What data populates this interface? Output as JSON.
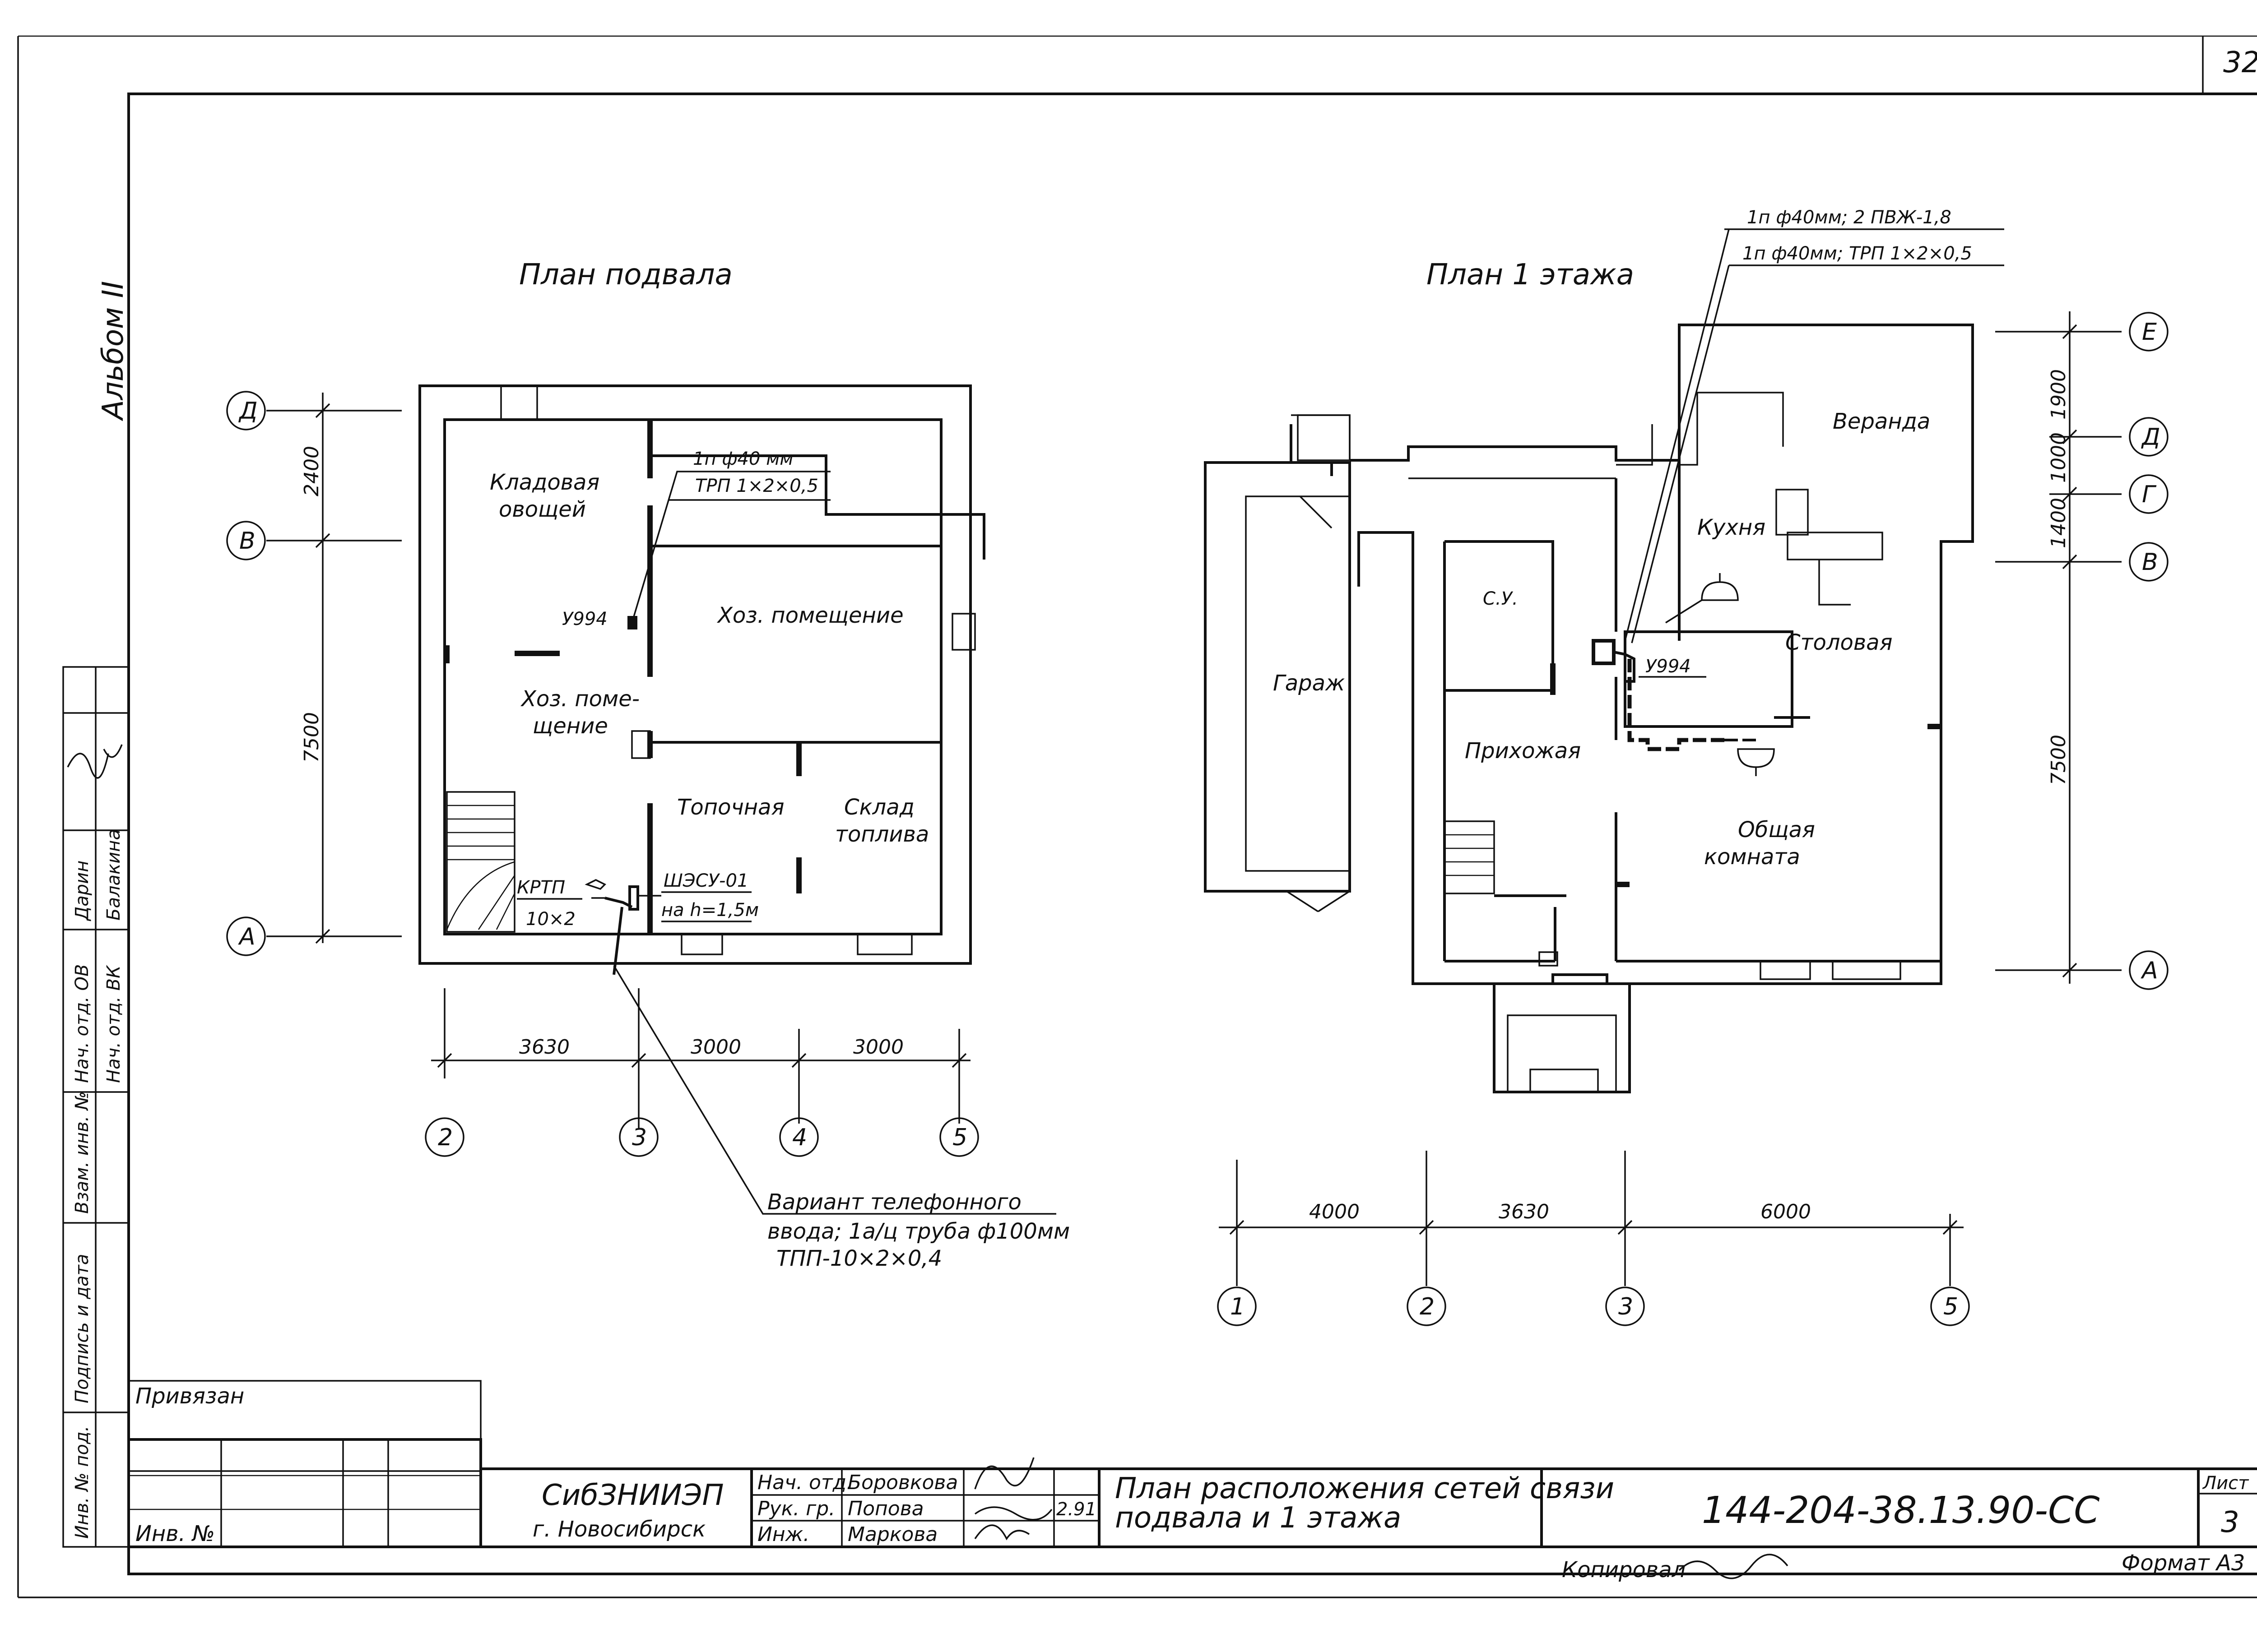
{
  "sheet_number_top": "32",
  "album": "Альбом II",
  "basement": {
    "title": "План подвала",
    "rooms": {
      "storage": "Кладовая овощей",
      "storage_l1": "Кладовая",
      "storage_l2": "овощей",
      "utility_right": "Хоз. помещение",
      "utility_left_l1": "Хоз. поме-",
      "utility_left_l2": "щение",
      "furnace": "Топочная",
      "fuel_l1": "Склад",
      "fuel_l2": "топлива"
    },
    "cable_note_l1": "1п ф40 мм",
    "cable_note_l2": "ТРП 1×2×0,5",
    "box_label": "У994",
    "krtp_l1": "КРТП",
    "krtp_l2": "10×2",
    "shesu_l1": "ШЭСУ-01",
    "shesu_l2": "на h=1,5м",
    "variant_l1": "Вариант телефонного",
    "variant_l2": "ввода; 1а/ц труба ф100мм",
    "variant_l3": "ТПП-10×2×0,4",
    "dims_h": [
      "3630",
      "3000",
      "3000"
    ],
    "dims_v": [
      "2400",
      "7500"
    ],
    "axes_h": [
      "2",
      "3",
      "4",
      "5"
    ],
    "axes_v": [
      "Д",
      "В",
      "А"
    ]
  },
  "floor1": {
    "title": "План 1 этажа",
    "note_l1": "1п ф40мм; 2 ПВЖ-1,8",
    "note_l2": "1п ф40мм; ТРП 1×2×0,5",
    "rooms": {
      "veranda": "Веранда",
      "kitchen": "Кухня",
      "wc": "С.У.",
      "dining": "Столовая",
      "garage": "Гараж",
      "hall": "Прихожая",
      "common_l1": "Общая",
      "common_l2": "комната"
    },
    "box_label": "У994",
    "dims_h": [
      "4000",
      "3630",
      "6000"
    ],
    "dims_v": [
      "1900",
      "1000",
      "1400",
      "7500"
    ],
    "axes_h": [
      "1",
      "2",
      "3",
      "5"
    ],
    "axes_v": [
      "Е",
      "Д",
      "Г",
      "В",
      "А"
    ]
  },
  "side_stamp": {
    "head1": "Нач. отд. ОВ",
    "head2": "Нач. отд. ВК",
    "name1": "Дарин",
    "name2": "Балакина",
    "c1": "Инв. № под.",
    "c2": "Подпись и дата",
    "c3": "Взам. инв. №"
  },
  "title_block": {
    "privyazan": "Привязан",
    "inv_no": "Инв. №",
    "org": "СибЗНИИЭП",
    "city": "г. Новосибирск",
    "roles": [
      "Нач. отд.",
      "Рук. гр.",
      "Инж."
    ],
    "names": [
      "Боровкова",
      "Попова",
      "Маркова"
    ],
    "date": "2.91",
    "drawing_title_l1": "План расположения сетей связи",
    "drawing_title_l2": "подвала и 1 этажа",
    "code": "144-204-38.13.90-СС",
    "sheet_label": "Лист",
    "sheet": "3",
    "copied": "Копировал",
    "format": "Формат А3"
  }
}
